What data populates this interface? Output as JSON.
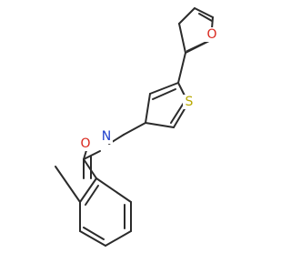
{
  "molecule": {
    "atoms": {
      "O_furan": {
        "label": "O",
        "color": "#d9261c"
      },
      "S_thiophene": {
        "label": "S",
        "color": "#b8a800"
      },
      "N_amide": {
        "label": "N",
        "color": "#1f3fcc"
      },
      "O_carbonyl": {
        "label": "O",
        "color": "#d9261c"
      }
    },
    "bond_color": "#2b2b2b"
  }
}
